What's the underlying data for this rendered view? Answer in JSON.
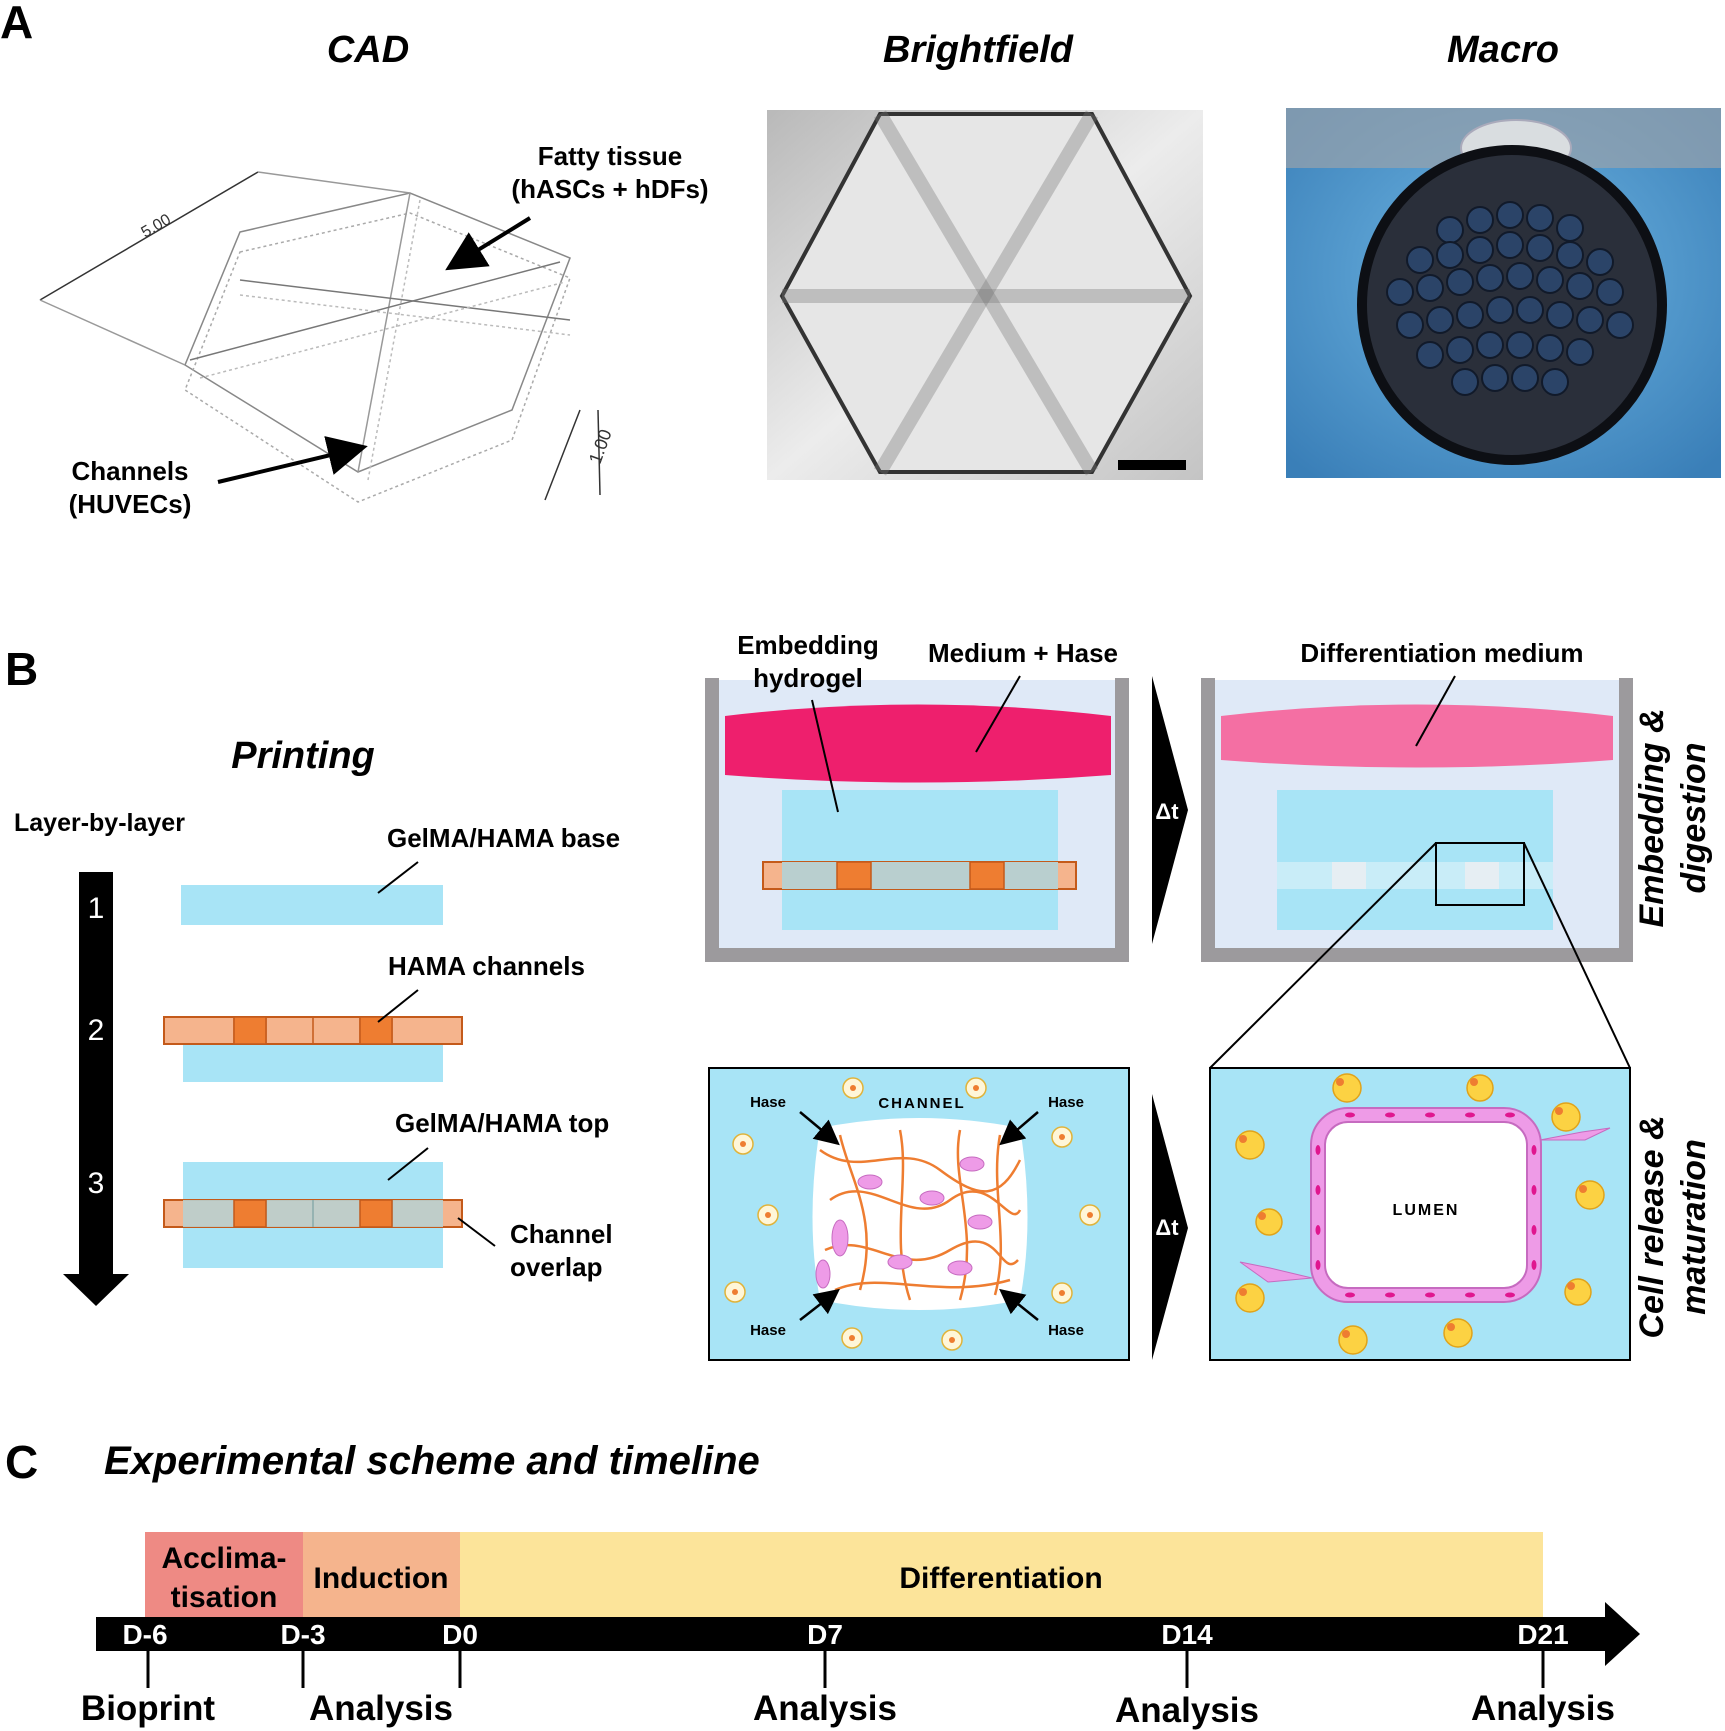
{
  "panel_a": {
    "letter": "A",
    "cad": {
      "title": "CAD",
      "dim_width": "5.00",
      "dim_height": "1.00",
      "fatty_label_1": "Fatty tissue",
      "fatty_label_2": "(hASCs + hDFs)",
      "channels_label_1": "Channels",
      "channels_label_2": "(HUVECs)"
    },
    "brightfield": {
      "title": "Brightfield"
    },
    "macro": {
      "title": "Macro"
    }
  },
  "panel_b": {
    "letter": "B",
    "printing_title": "Printing",
    "layer_title": "Layer-by-layer",
    "steps": [
      "1",
      "2",
      "3"
    ],
    "base_label": "GelMA/HAMA base",
    "hama_label": "HAMA channels",
    "top_label": "GelMA/HAMA top",
    "overlap_label_1": "Channel",
    "overlap_label_2": "overlap",
    "embedding_label_1": "Embedding",
    "embedding_label_2": "hydrogel",
    "medium_hase_label": "Medium + Hase",
    "differentiation_medium_label": "Differentiation medium",
    "delta_t": "Δt",
    "side_embedding_1": "Embedding &",
    "side_embedding_2": "digestion",
    "side_release_1": "Cell release &",
    "side_release_2": "maturation",
    "channel_word": "CHANNEL",
    "hase_word": "Hase",
    "lumen_word": "LUMEN",
    "colors": {
      "hydrogel": "#a8e4f6",
      "hama": "#f5b48d",
      "hama_dark": "#ee7d31",
      "medium": "#ee1f6d",
      "diff_medium": "#f46fa3",
      "cell_pink": "#ee9be7",
      "adipocyte": "#fcd243"
    }
  },
  "panel_c": {
    "letter": "C",
    "title": "Experimental scheme and timeline",
    "phases": [
      {
        "label_1": "Acclima-",
        "label_2": "tisation",
        "color": "#ee8a84"
      },
      {
        "label_1": "Induction",
        "label_2": "",
        "color": "#f5b48d"
      },
      {
        "label_1": "Differentiation",
        "label_2": "",
        "color": "#fce49a"
      }
    ],
    "days": [
      "D-6",
      "D-3",
      "D0",
      "D7",
      "D14",
      "D21"
    ],
    "events": [
      "Bioprint",
      "Analysis",
      "Analysis",
      "Analysis",
      "Analysis"
    ]
  }
}
